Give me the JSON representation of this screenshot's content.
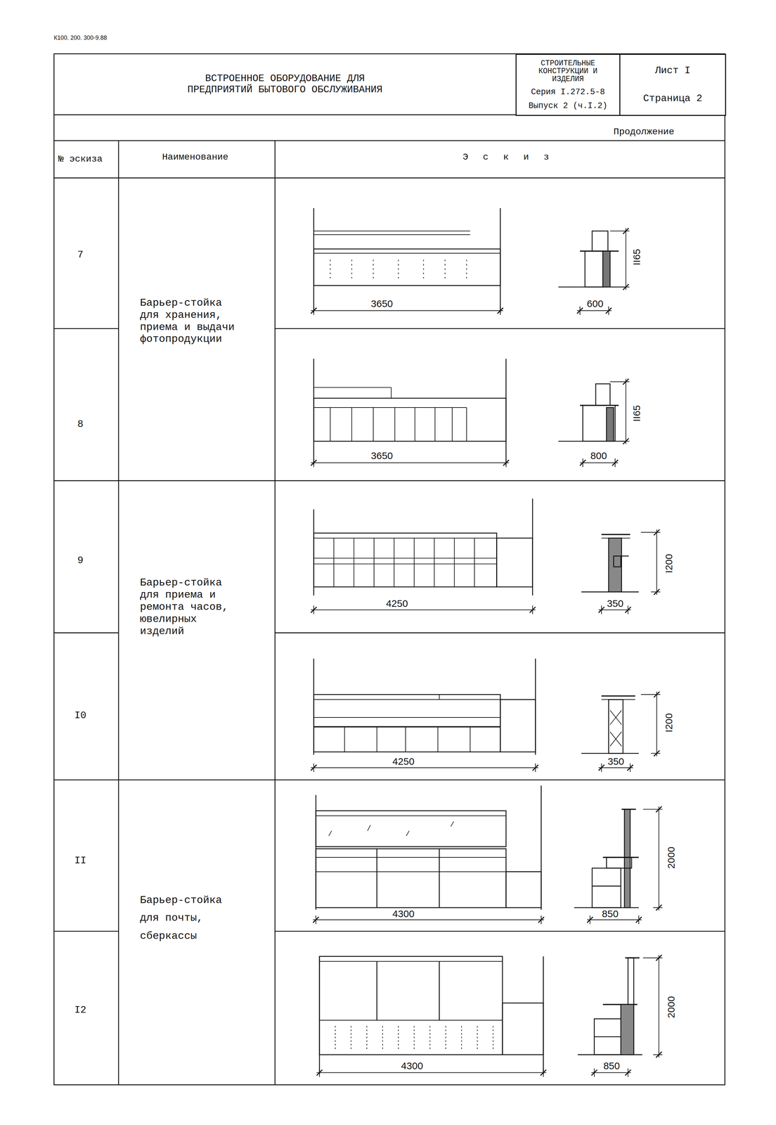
{
  "diagram": {
    "title": "ВСТРОЕННОЕ ОБОРУДОВАНИЕ ДЛЯ ПРЕДПРИЯТИЙ БЫТОВОГО ОБСЛУЖИВАНИЯ",
    "nodes": [
      {
        "text": [
          "СТРОИТЕЛЬНЫЕ КОНСТРУКЦИИ И ИЗДЕЛИЯ",
          "Серия I.272.5-8",
          "Выпуск 2 (ч.I.2)"
        ]
      },
      {
        "text": [
          "Лист I",
          "Страница 2"
        ]
      }
    ],
    "labels": [
      "К100. 200. 300-9.88",
      "Продолжение",
      "№ эскиза",
      "Наименование",
      "Эскиз",
      "7",
      "8",
      "9",
      "I0",
      "II",
      "I2",
      "Барьер-стойка для хранения, приема и выдачи фотопродукции",
      "Барьер-стойка для приема и ремонта часов, ювелирных изделий",
      "Барьер-стойка для почты, сберкассы",
      "3650",
      "II65",
      "600",
      "3650",
      "II65",
      "800",
      "4250",
      "I200",
      "350",
      "4250",
      "I200",
      "350",
      "4300",
      "2000",
      "850",
      "4300",
      "2000",
      "850"
    ]
  }
}
